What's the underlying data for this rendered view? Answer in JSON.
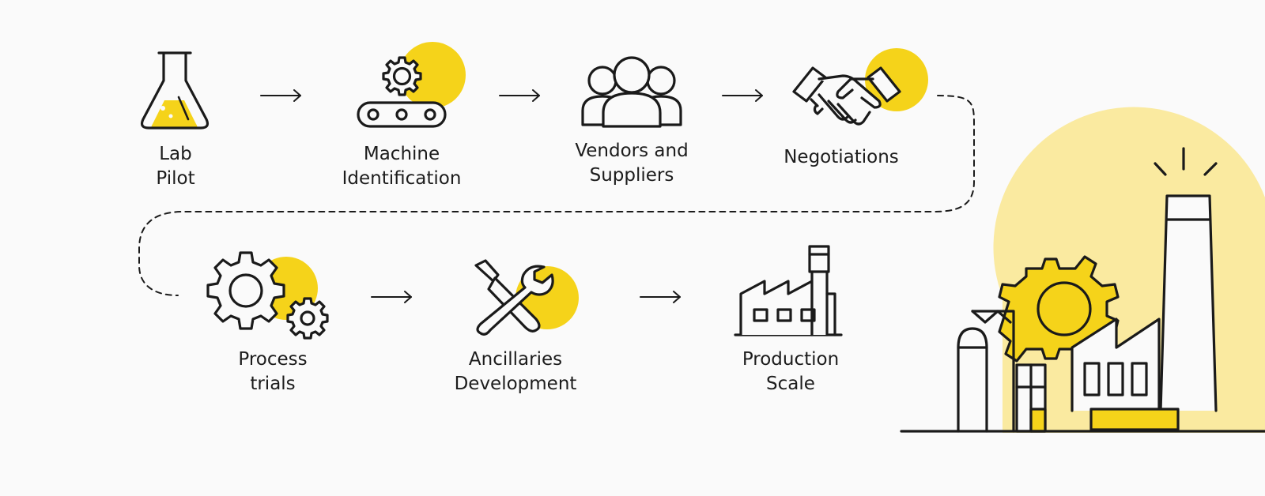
{
  "colors": {
    "accent": "#f5d31a",
    "accent_soft": "#faeaa0",
    "stroke": "#1a1a1a",
    "background": "#fafafa"
  },
  "steps": [
    {
      "id": "lab-pilot",
      "icon": "flask-icon",
      "label_lines": [
        "Lab",
        "Pilot"
      ]
    },
    {
      "id": "machine-identification",
      "icon": "conveyor-gear-icon",
      "label_lines": [
        "Machine",
        "Identification"
      ]
    },
    {
      "id": "vendors-and-suppliers",
      "icon": "people-group-icon",
      "label_lines": [
        "Vendors and",
        "Suppliers"
      ]
    },
    {
      "id": "negotiations",
      "icon": "handshake-icon",
      "label_lines": [
        "Negotiations"
      ]
    },
    {
      "id": "process-trials",
      "icon": "gears-icon",
      "label_lines": [
        "Process",
        "trials"
      ]
    },
    {
      "id": "ancillaries-development",
      "icon": "wrench-screwdriver-icon",
      "label_lines": [
        "Ancillaries",
        "Development"
      ]
    },
    {
      "id": "production-scale",
      "icon": "factory-icon",
      "label_lines": [
        "Production",
        "Scale"
      ]
    }
  ],
  "decoration": {
    "icon": "industrial-plant-illustration"
  }
}
